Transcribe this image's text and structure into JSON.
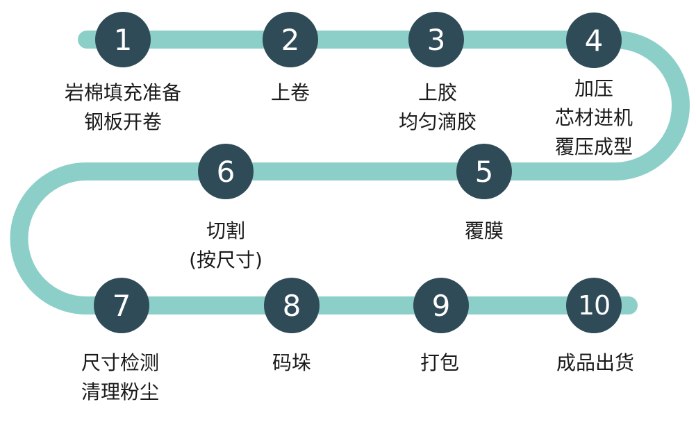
{
  "colors": {
    "track": "#8ccfc8",
    "step_circle": "#2f4b58",
    "step_text": "#ffffff"
  },
  "steps": [
    {
      "number": "1",
      "lines": [
        "岩棉填充准备",
        "钢板开卷"
      ]
    },
    {
      "number": "2",
      "lines": [
        "上卷"
      ]
    },
    {
      "number": "3",
      "lines": [
        "上胶",
        "均匀滴胶"
      ]
    },
    {
      "number": "4",
      "lines": [
        "加压",
        "芯材进机",
        "覆压成型"
      ]
    },
    {
      "number": "5",
      "lines": [
        "覆膜"
      ]
    },
    {
      "number": "6",
      "lines": [
        "切割",
        "(按尺寸)"
      ]
    },
    {
      "number": "7",
      "lines": [
        "尺寸检测",
        "清理粉尘"
      ]
    },
    {
      "number": "8",
      "lines": [
        "码垛"
      ]
    },
    {
      "number": "9",
      "lines": [
        "打包"
      ]
    },
    {
      "number": "10",
      "lines": [
        "成品出货"
      ]
    }
  ]
}
